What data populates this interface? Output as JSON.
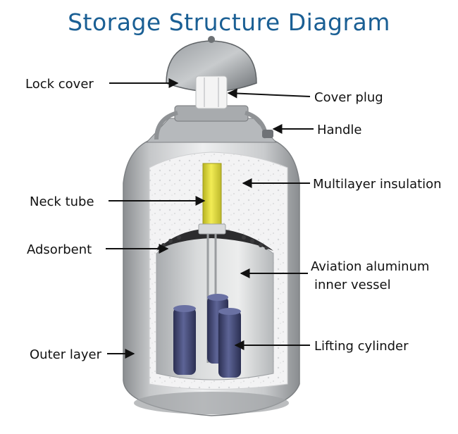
{
  "title": "Storage Structure Diagram",
  "labels": {
    "lock_cover": "Lock cover",
    "cover_plug": "Cover plug",
    "handle": "Handle",
    "multilayer_insulation": "Multilayer insulation",
    "neck_tube": "Neck tube",
    "adsorbent": "Adsorbent",
    "aviation_aluminum_line1": "Aviation aluminum",
    "aviation_aluminum_line2": "inner vessel",
    "lifting_cylinder": "Lifting cylinder",
    "outer_layer": "Outer layer"
  },
  "colors": {
    "title": "#1a5f94",
    "neck_tube": "#e6e03a",
    "lifting_cylinder": "#3e4470"
  }
}
